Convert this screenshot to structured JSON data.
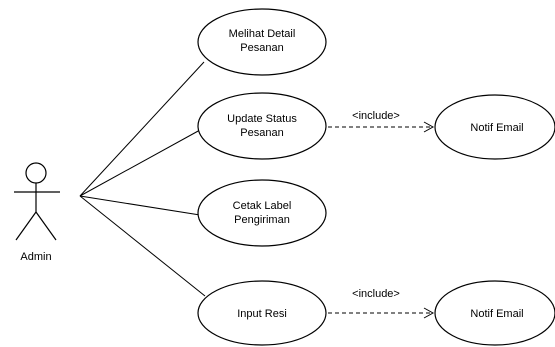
{
  "actor": {
    "name": "Admin"
  },
  "use_cases": [
    {
      "id": "uc-melihat-detail",
      "lines": [
        "Melihat Detail",
        "Pesanan"
      ]
    },
    {
      "id": "uc-update-status",
      "lines": [
        "Update Status",
        "Pesanan"
      ]
    },
    {
      "id": "uc-cetak-label",
      "lines": [
        "Cetak Label",
        "Pengiriman"
      ]
    },
    {
      "id": "uc-input-resi",
      "lines": [
        "Input Resi"
      ]
    }
  ],
  "included_use_cases": [
    {
      "id": "uc-notif-email-1",
      "lines": [
        "Notif Email"
      ]
    },
    {
      "id": "uc-notif-email-2",
      "lines": [
        "Notif Email"
      ]
    }
  ],
  "relations": {
    "include_label_1": "<include>",
    "include_label_2": "<include>"
  }
}
